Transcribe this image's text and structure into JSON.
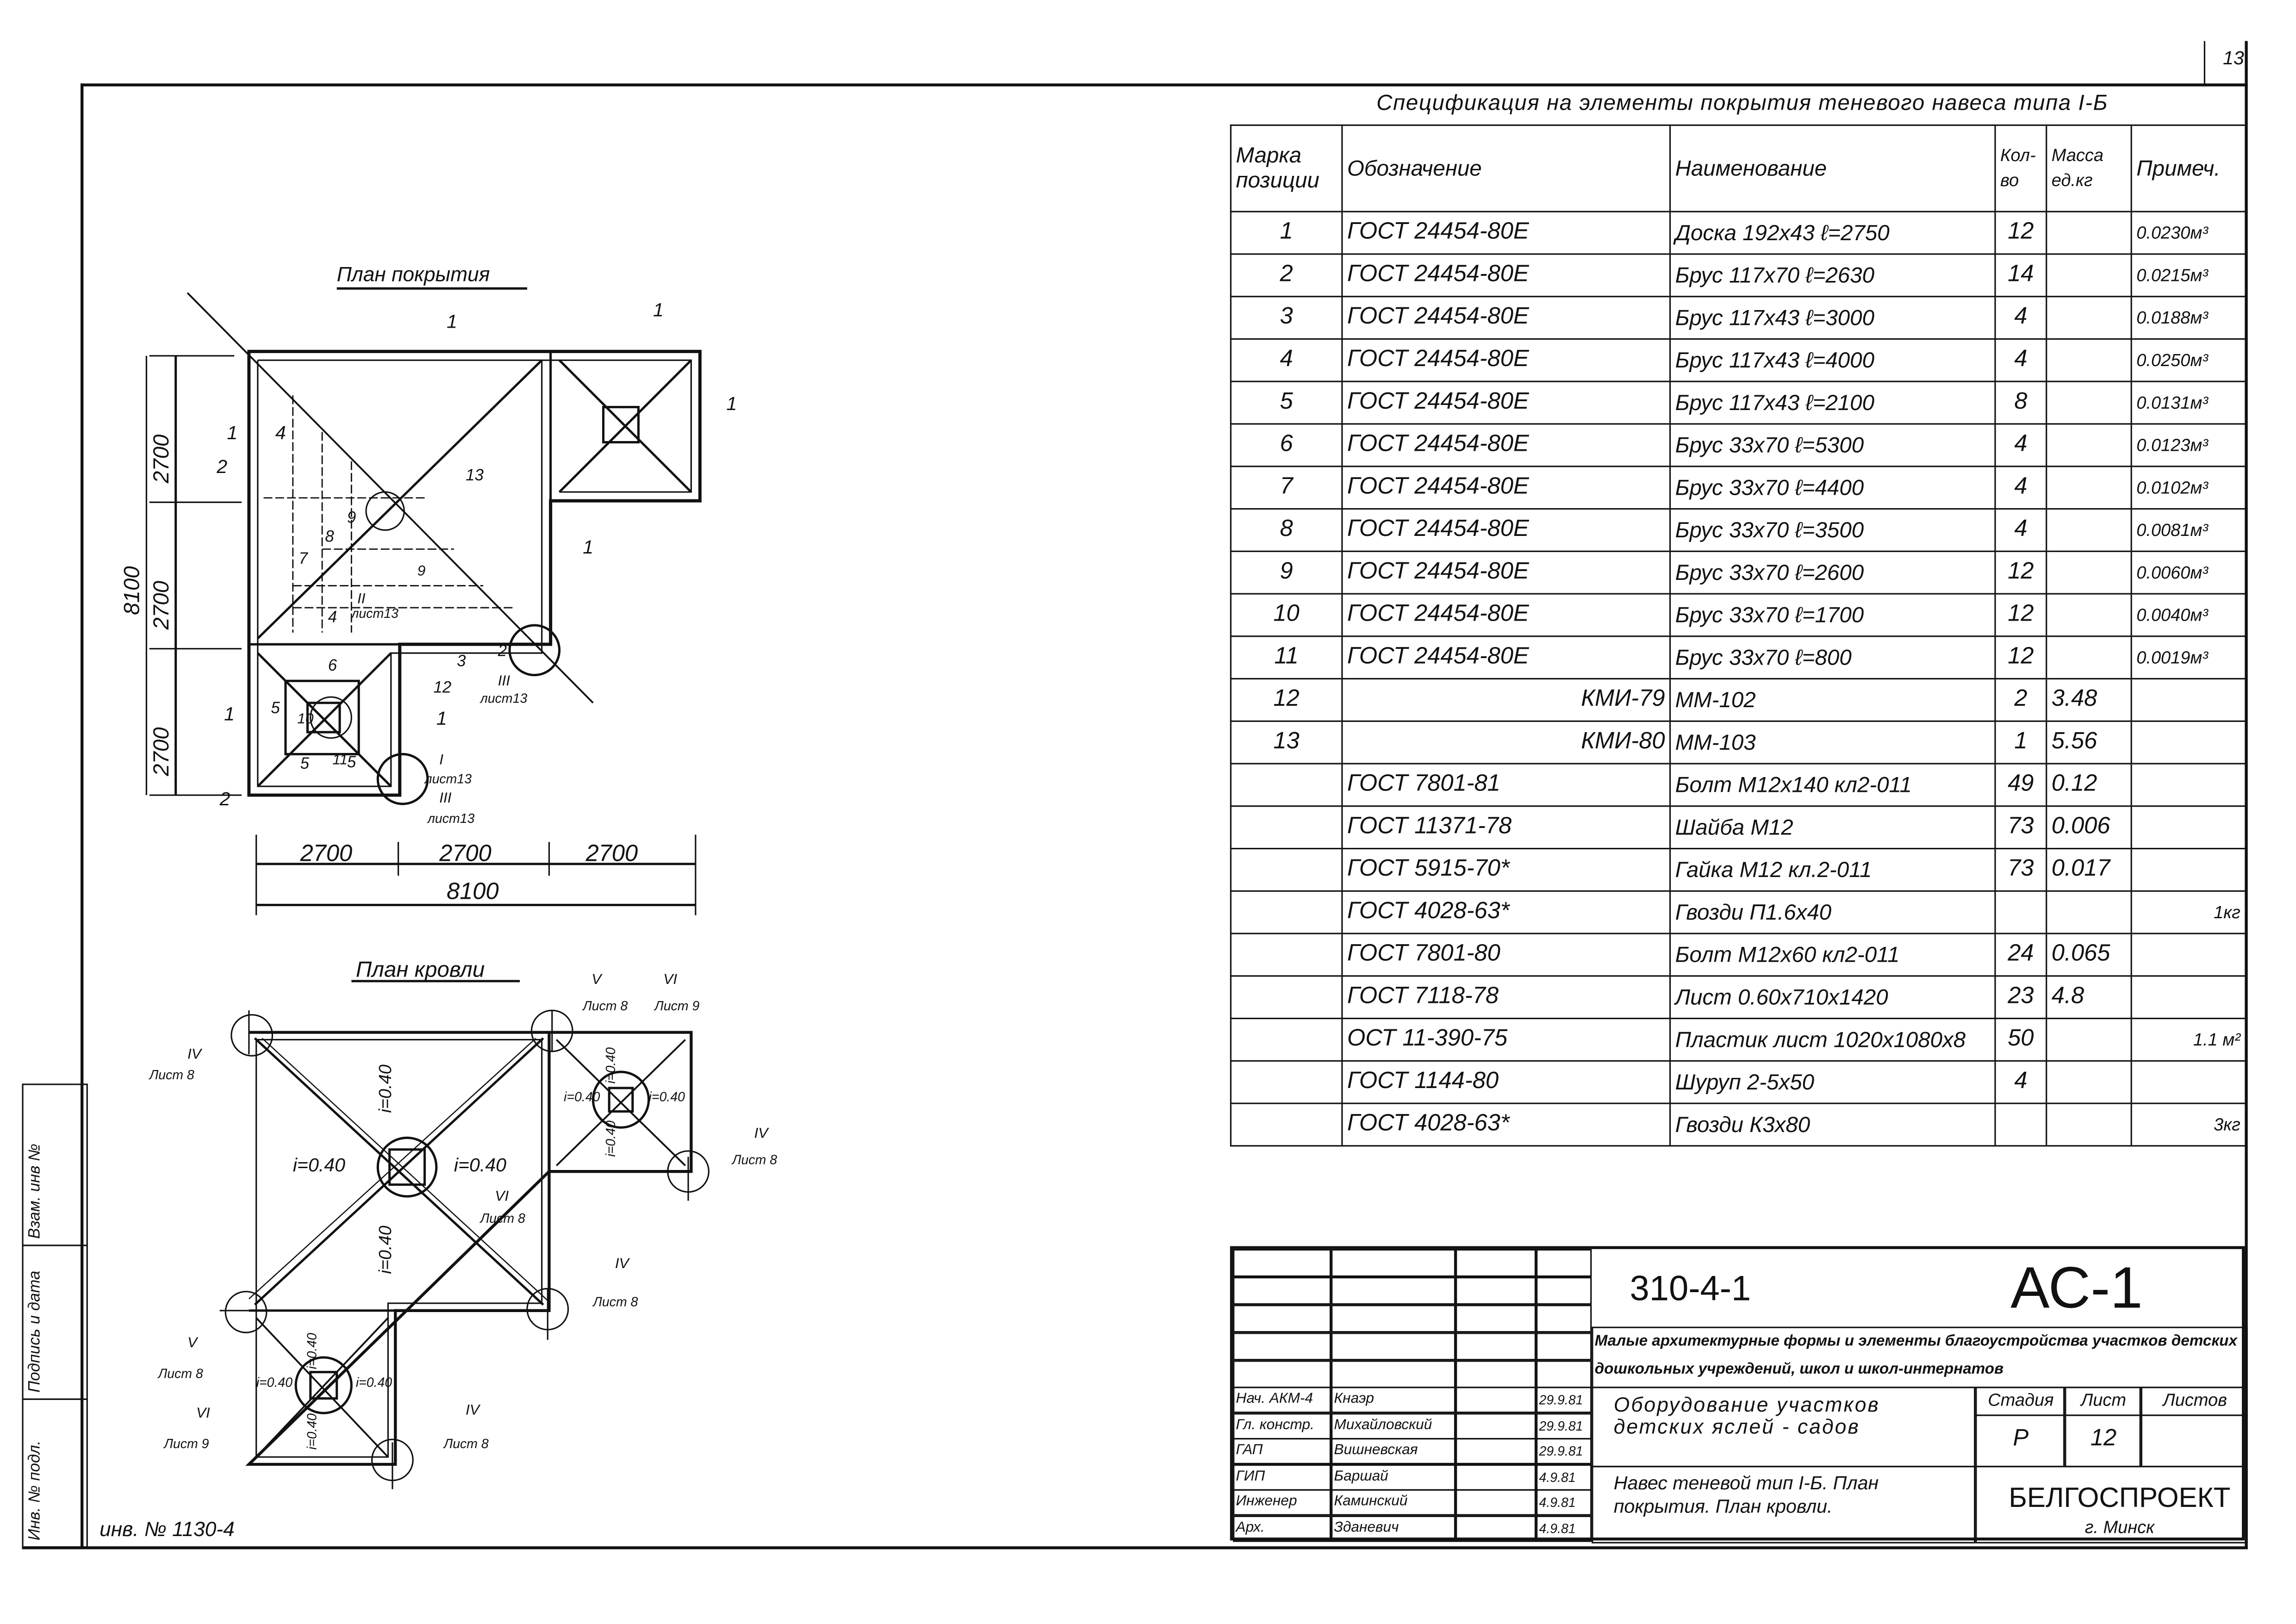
{
  "page_number": "13",
  "inventory_label": "инв. № 1130-4",
  "stamp": [
    "Взам. инв №",
    "Подпись и дата",
    "Инв. № подл."
  ],
  "plan_cover": {
    "title": "План покрытия",
    "dims_vertical": [
      "2700",
      "2700",
      "2700"
    ],
    "dim_vertical_total": "8100",
    "dims_horizontal": [
      "2700",
      "2700",
      "2700"
    ],
    "dim_horizontal_total": "8100",
    "callouts": [
      "1",
      "2",
      "4",
      "1",
      "1",
      "1",
      "13",
      "8",
      "7",
      "9",
      "4",
      "3",
      "2",
      "6",
      "12",
      "5",
      "10",
      "5",
      "11",
      "5",
      "1",
      "2",
      "1",
      "1",
      "9",
      "II",
      "лист13",
      "III",
      "лист13",
      "I",
      "лист13",
      "III",
      "лист13"
    ]
  },
  "plan_roof": {
    "title": "План кровли",
    "slopes": [
      "i=0.40",
      "i=0.40",
      "i=0.40",
      "i=0.40",
      "i=0.40",
      "i=0.40",
      "i=0.40",
      "i=0.40",
      "i=0.40",
      "i=0.40",
      "i=0.40",
      "i=0.40"
    ],
    "refs": [
      {
        "num": "IV",
        "sheet": "Лист 8"
      },
      {
        "num": "V",
        "sheet": "Лист 8"
      },
      {
        "num": "VI",
        "sheet": "Лист 9"
      },
      {
        "num": "IV",
        "sheet": "Лист 8"
      },
      {
        "num": "VI",
        "sheet": "Лист 8"
      },
      {
        "num": "IV",
        "sheet": "Лист 8"
      },
      {
        "num": "V",
        "sheet": "Лист 8"
      },
      {
        "num": "VI",
        "sheet": "Лист 9"
      },
      {
        "num": "IV",
        "sheet": "Лист 8"
      }
    ]
  },
  "spec": {
    "title": "Спецификация на элементы покрытия теневого навеса типа I-Б",
    "headers": [
      "Марка позиции",
      "Обозначение",
      "Наименование",
      "Кол-во",
      "Масса ед.кг",
      "Примеч."
    ],
    "rows": [
      [
        "1",
        "ГОСТ 24454-80Е",
        "Доска 192х43 ℓ=2750",
        "12",
        "",
        "0.0230м³"
      ],
      [
        "2",
        "ГОСТ 24454-80Е",
        "Брус 117х70 ℓ=2630",
        "14",
        "",
        "0.0215м³"
      ],
      [
        "3",
        "ГОСТ 24454-80Е",
        "Брус 117х43 ℓ=3000",
        "4",
        "",
        "0.0188м³"
      ],
      [
        "4",
        "ГОСТ 24454-80Е",
        "Брус 117х43 ℓ=4000",
        "4",
        "",
        "0.0250м³"
      ],
      [
        "5",
        "ГОСТ 24454-80Е",
        "Брус 117х43 ℓ=2100",
        "8",
        "",
        "0.0131м³"
      ],
      [
        "6",
        "ГОСТ 24454-80Е",
        "Брус 33х70 ℓ=5300",
        "4",
        "",
        "0.0123м³"
      ],
      [
        "7",
        "ГОСТ 24454-80Е",
        "Брус 33х70 ℓ=4400",
        "4",
        "",
        "0.0102м³"
      ],
      [
        "8",
        "ГОСТ 24454-80Е",
        "Брус 33х70 ℓ=3500",
        "4",
        "",
        "0.0081м³"
      ],
      [
        "9",
        "ГОСТ 24454-80Е",
        "Брус 33х70 ℓ=2600",
        "12",
        "",
        "0.0060м³"
      ],
      [
        "10",
        "ГОСТ 24454-80Е",
        "Брус 33х70 ℓ=1700",
        "12",
        "",
        "0.0040м³"
      ],
      [
        "11",
        "ГОСТ 24454-80Е",
        "Брус 33х70 ℓ=800",
        "12",
        "",
        "0.0019м³"
      ],
      [
        "12",
        "КМИ-79",
        "ММ-102",
        "2",
        "3.48",
        ""
      ],
      [
        "13",
        "КМИ-80",
        "ММ-103",
        "1",
        "5.56",
        ""
      ],
      [
        "",
        "ГОСТ 7801-81",
        "Болт М12х140 кл2-011",
        "49",
        "0.12",
        ""
      ],
      [
        "",
        "ГОСТ 11371-78",
        "Шайба М12",
        "73",
        "0.006",
        ""
      ],
      [
        "",
        "ГОСТ 5915-70*",
        "Гайка М12 кл.2-011",
        "73",
        "0.017",
        ""
      ],
      [
        "",
        "ГОСТ 4028-63*",
        "Гвозди П1.6х40",
        "",
        "",
        "1кг"
      ],
      [
        "",
        "ГОСТ 7801-80",
        "Болт М12х60 кл2-011",
        "24",
        "0.065",
        ""
      ],
      [
        "",
        "ГОСТ 7118-78",
        "Лист 0.60х710х1420",
        "23",
        "4.8",
        ""
      ],
      [
        "",
        "ОСТ 11-390-75",
        "Пластик лист 1020х1080х8",
        "50",
        "",
        "1.1 м²"
      ],
      [
        "",
        "ГОСТ 1144-80",
        "Шуруп 2-5х50",
        "4",
        "",
        ""
      ],
      [
        "",
        "ГОСТ 4028-63*",
        "Гвозди К3х80",
        "",
        "",
        "3кг"
      ]
    ]
  },
  "title_block": {
    "code": "310-4-1",
    "sheet_mark": "АС-1",
    "series_description": "Малые архитектурные формы и элементы благоустройства участков детских дошкольных учреждений, школ и школ-интернатов",
    "object_title": "Оборудование участков детских яслей - садов",
    "drawing_title": "Навес теневой тип I-Б. План покрытия. План кровли.",
    "stage_header": "Стадия",
    "sheet_header": "Лист",
    "sheets_header": "Листов",
    "stage": "Р",
    "sheet": "12",
    "sheets": "",
    "organization": "БЕЛГОСПРОЕКТ",
    "city": "г. Минск",
    "signatories": [
      {
        "role": "Нач. АКМ-4",
        "name": "Кнаэр",
        "date": "29.9.81"
      },
      {
        "role": "Гл. констр.",
        "name": "Михайловский",
        "date": "29.9.81"
      },
      {
        "role": "ГАП",
        "name": "Вишневская",
        "date": "29.9.81"
      },
      {
        "role": "ГИП",
        "name": "Баршай",
        "date": "4.9.81"
      },
      {
        "role": "Инженер",
        "name": "Каминский",
        "date": "4.9.81"
      },
      {
        "role": "Арх.",
        "name": "Зданевич",
        "date": "4.9.81"
      }
    ]
  }
}
